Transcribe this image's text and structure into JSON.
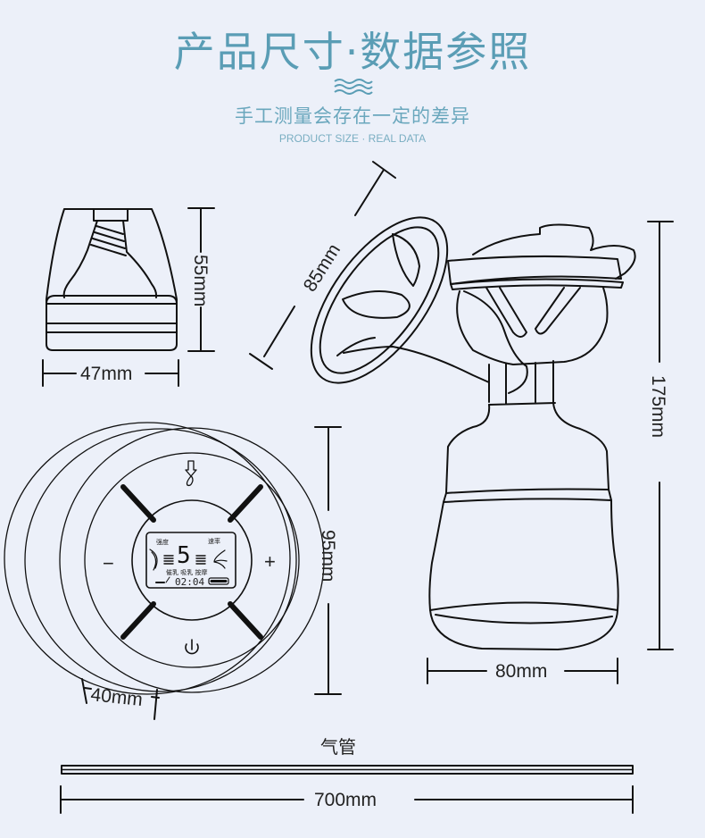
{
  "header": {
    "title": "产品尺寸·数据参照",
    "wave_icon": "wave-icon",
    "subtitle": "手工测量会存在一定的差异",
    "subtitle_en": "PRODUCT SIZE · REAL DATA",
    "accent_color": "#5a9db5"
  },
  "motor_side_view": {
    "height_label": "55mm",
    "width_label": "47mm"
  },
  "breast_shield": {
    "diameter_label": "85mm"
  },
  "pump_assembly": {
    "height_label": "175mm",
    "width_label": "80mm"
  },
  "control_unit": {
    "height_label": "95mm",
    "depth_label": "40mm",
    "buttons": {
      "minus": "−",
      "plus": "+",
      "mode_icon": "massage-mode-icon",
      "power_icon": "power-icon"
    },
    "lcd": {
      "intensity_label": "强度",
      "speed_label": "速率",
      "level_value": "5",
      "mode_labels": "催乳 吸乳 按摩",
      "timer": "02:04",
      "battery_icon": "battery-full-icon"
    }
  },
  "air_tube": {
    "label": "气管",
    "length_label": "700mm"
  },
  "colors": {
    "background": "#ecf0f9",
    "line": "#111111",
    "title": "#5a9db5"
  }
}
